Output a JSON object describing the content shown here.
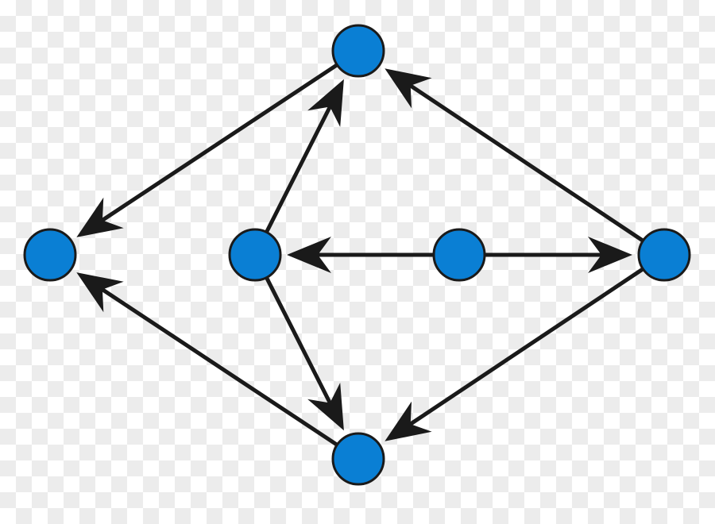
{
  "graph": {
    "type": "directed-graph",
    "nodes": [
      {
        "id": "top"
      },
      {
        "id": "left"
      },
      {
        "id": "center-left"
      },
      {
        "id": "center-right"
      },
      {
        "id": "right"
      },
      {
        "id": "bottom"
      }
    ],
    "edges": [
      {
        "from": "center-right",
        "to": "center-left"
      },
      {
        "from": "center-right",
        "to": "right"
      },
      {
        "from": "center-left",
        "to": "top"
      },
      {
        "from": "center-left",
        "to": "bottom"
      },
      {
        "from": "right",
        "to": "top"
      },
      {
        "from": "right",
        "to": "bottom"
      },
      {
        "from": "top",
        "to": "left"
      },
      {
        "from": "bottom",
        "to": "left"
      }
    ],
    "colors": {
      "node_fill": "#0a7fd4",
      "node_stroke": "#1a1a1a",
      "edge": "#1a1a1a"
    }
  }
}
